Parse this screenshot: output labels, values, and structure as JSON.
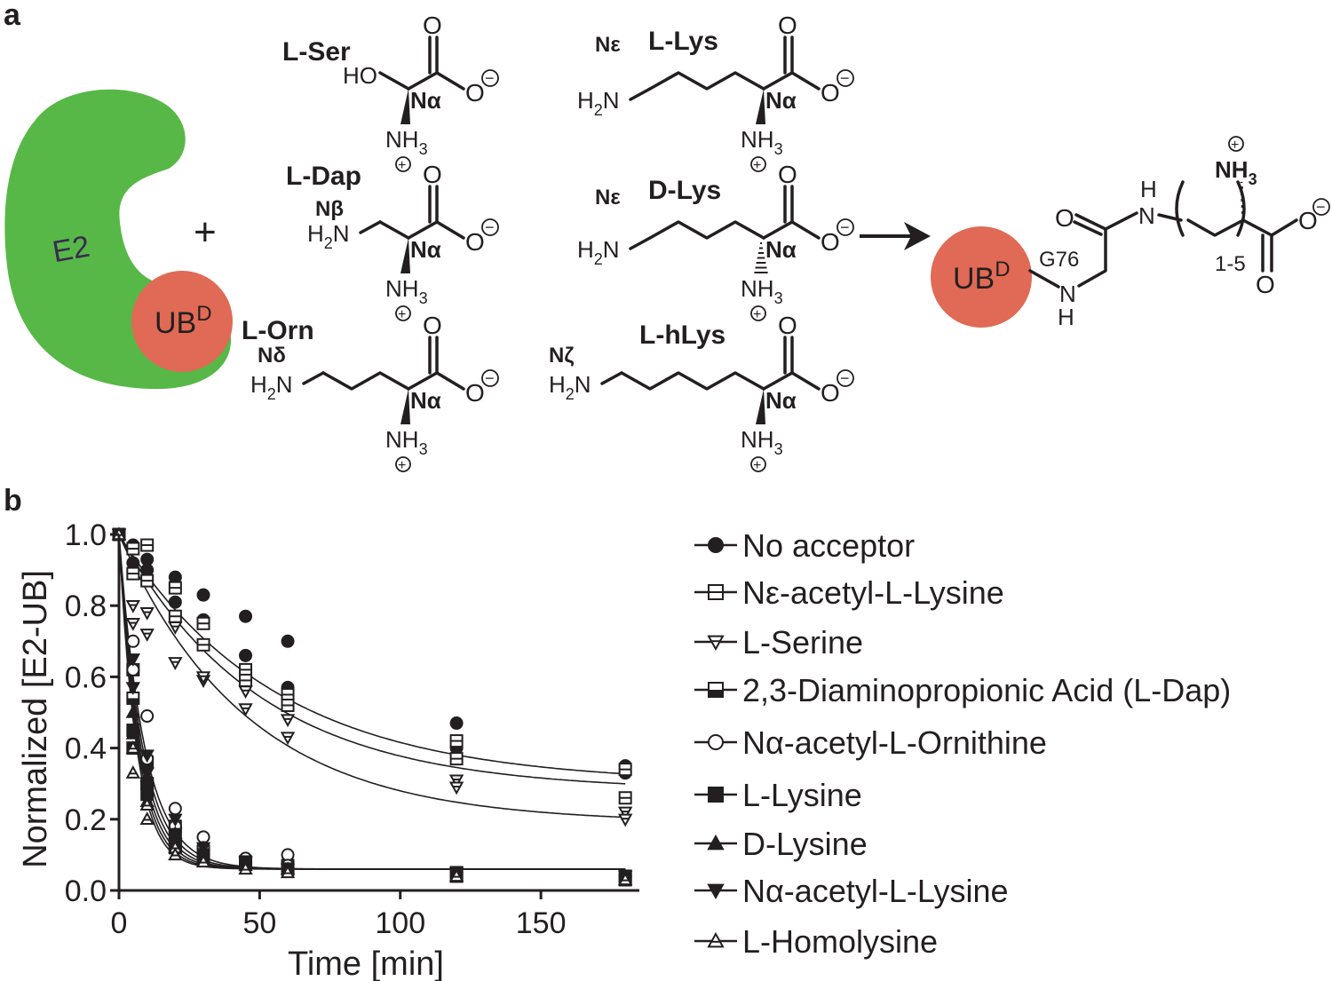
{
  "panel_a": {
    "label": "a",
    "enzyme_label": "E2",
    "ub_label": "UB",
    "ub_superscript": "D",
    "plus": "+",
    "product_ub_label": "UB",
    "product_ub_superscript": "D",
    "product_residue": "G76",
    "product_repeat": "1-5",
    "product_h_top": "H",
    "product_n_top": "N",
    "product_h_bottom": "H",
    "product_n_bottom": "N",
    "product_o": "O",
    "product_carboxylate_o": "O",
    "product_carboxylate_o2": "O",
    "product_amine": "NH",
    "product_amine_sub": "3",
    "plus_charge": "+",
    "minus_charge": "−",
    "molecules": [
      {
        "name": "L-Ser",
        "side_label": "HO",
        "amine_label": "Nα"
      },
      {
        "name": "L-Dap",
        "side_label": "Nβ",
        "amine_label": "Nα"
      },
      {
        "name": "L-Orn",
        "side_label": "Nδ",
        "amine_label": "Nα"
      },
      {
        "name": "L-Lys",
        "side_label": "Nε",
        "amine_label": "Nα"
      },
      {
        "name": "D-Lys",
        "side_label": "Nε",
        "amine_label": "Nα"
      },
      {
        "name": "L-hLys",
        "side_label": "Nζ",
        "amine_label": "Nα"
      }
    ],
    "h2n": "H",
    "h2n_sub": "2",
    "h2n_n": "N",
    "carbonyl_o": "O",
    "carboxylate_o": "O",
    "nh3": "NH",
    "nh3_sub": "3"
  },
  "panel_b": {
    "label": "b",
    "legend": [
      {
        "label": "No acceptor",
        "marker": "circle-filled"
      },
      {
        "label": "Nε-acetyl-L-Lysine",
        "marker": "square-half"
      },
      {
        "label": "L-Serine",
        "marker": "triangle-down-half"
      },
      {
        "label": "2,3-Diaminopropionic Acid (L-Dap)",
        "marker": "square-half-bottom"
      },
      {
        "label": "Nα-acetyl-L-Ornithine",
        "marker": "circle-open"
      },
      {
        "label": "L-Lysine",
        "marker": "square-filled"
      },
      {
        "label": "D-Lysine",
        "marker": "triangle-up-filled"
      },
      {
        "label": "Nα-acetyl-L-Lysine",
        "marker": "triangle-down-filled"
      },
      {
        "label": "L-Homolysine",
        "marker": "triangle-up-half"
      }
    ]
  },
  "chart_data": {
    "type": "scatter",
    "xlabel": "Time [min]",
    "ylabel": "Normalized [E2-UB]",
    "xlim": [
      0,
      185
    ],
    "ylim": [
      0,
      1.0
    ],
    "xticks": [
      "0",
      "50",
      "100",
      "150"
    ],
    "yticks": [
      "0.0",
      "0.2",
      "0.4",
      "0.6",
      "0.8",
      "1.0"
    ],
    "xtick_values": [
      0,
      50,
      100,
      150
    ],
    "ytick_values": [
      0,
      0.2,
      0.4,
      0.6,
      0.8,
      1.0
    ],
    "x": [
      0,
      5,
      10,
      20,
      30,
      45,
      60,
      120,
      180
    ],
    "series": [
      {
        "name": "No acceptor",
        "marker": "circle-filled",
        "fit": [
          0.3,
          0.7,
          0.018
        ],
        "points": [
          [
            0,
            1.0
          ],
          [
            5,
            0.97
          ],
          [
            5,
            0.92
          ],
          [
            10,
            0.93
          ],
          [
            10,
            0.9
          ],
          [
            20,
            0.88
          ],
          [
            20,
            0.81
          ],
          [
            30,
            0.83
          ],
          [
            30,
            0.76
          ],
          [
            45,
            0.77
          ],
          [
            45,
            0.66
          ],
          [
            60,
            0.7
          ],
          [
            60,
            0.57
          ],
          [
            120,
            0.47
          ],
          [
            120,
            0.4
          ],
          [
            180,
            0.35
          ],
          [
            180,
            0.33
          ]
        ]
      },
      {
        "name": "Nε-acetyl-L-Lysine",
        "marker": "square-half",
        "fit": [
          0.28,
          0.72,
          0.02
        ],
        "points": [
          [
            0,
            1.0
          ],
          [
            5,
            0.96
          ],
          [
            5,
            0.89
          ],
          [
            10,
            0.97
          ],
          [
            10,
            0.87
          ],
          [
            20,
            0.85
          ],
          [
            20,
            0.77
          ],
          [
            30,
            0.75
          ],
          [
            30,
            0.69
          ],
          [
            45,
            0.62
          ],
          [
            45,
            0.59
          ],
          [
            60,
            0.55
          ],
          [
            60,
            0.52
          ],
          [
            120,
            0.42
          ],
          [
            120,
            0.37
          ],
          [
            180,
            0.34
          ],
          [
            180,
            0.26
          ]
        ]
      },
      {
        "name": "L-Serine",
        "marker": "triangle-down-half",
        "fit": [
          0.19,
          0.81,
          0.022
        ],
        "points": [
          [
            0,
            1.0
          ],
          [
            5,
            0.8
          ],
          [
            5,
            0.75
          ],
          [
            10,
            0.78
          ],
          [
            10,
            0.72
          ],
          [
            20,
            0.74
          ],
          [
            20,
            0.64
          ],
          [
            30,
            0.59
          ],
          [
            30,
            0.6
          ],
          [
            45,
            0.56
          ],
          [
            45,
            0.51
          ],
          [
            60,
            0.48
          ],
          [
            60,
            0.43
          ],
          [
            120,
            0.31
          ],
          [
            120,
            0.29
          ],
          [
            180,
            0.22
          ],
          [
            180,
            0.2
          ]
        ]
      },
      {
        "name": "2,3-Diaminopropionic Acid (L-Dap)",
        "marker": "square-half-bottom",
        "fit": [
          0.06,
          0.94,
          0.13
        ],
        "points": [
          [
            0,
            1.0
          ],
          [
            5,
            0.62
          ],
          [
            5,
            0.54
          ],
          [
            10,
            0.36
          ],
          [
            10,
            0.3
          ],
          [
            20,
            0.18
          ],
          [
            20,
            0.13
          ],
          [
            30,
            0.11
          ],
          [
            45,
            0.08
          ],
          [
            60,
            0.07
          ],
          [
            120,
            0.05
          ],
          [
            180,
            0.04
          ]
        ]
      },
      {
        "name": "Nα-acetyl-L-Ornithine",
        "marker": "circle-open",
        "fit": [
          0.06,
          0.94,
          0.11
        ],
        "points": [
          [
            0,
            1.0
          ],
          [
            5,
            0.7
          ],
          [
            5,
            0.62
          ],
          [
            10,
            0.49
          ],
          [
            10,
            0.37
          ],
          [
            20,
            0.23
          ],
          [
            20,
            0.18
          ],
          [
            30,
            0.15
          ],
          [
            30,
            0.12
          ],
          [
            45,
            0.09
          ],
          [
            60,
            0.1
          ],
          [
            60,
            0.07
          ],
          [
            120,
            0.05
          ],
          [
            180,
            0.04
          ]
        ]
      },
      {
        "name": "L-Lysine",
        "marker": "square-filled",
        "fit": [
          0.06,
          0.94,
          0.15
        ],
        "points": [
          [
            0,
            1.0
          ],
          [
            5,
            0.45
          ],
          [
            5,
            0.4
          ],
          [
            10,
            0.3
          ],
          [
            10,
            0.27
          ],
          [
            20,
            0.15
          ],
          [
            20,
            0.12
          ],
          [
            30,
            0.1
          ],
          [
            45,
            0.08
          ],
          [
            60,
            0.06
          ],
          [
            120,
            0.04
          ],
          [
            180,
            0.03
          ]
        ]
      },
      {
        "name": "D-Lysine",
        "marker": "triangle-up-filled",
        "fit": [
          0.06,
          0.94,
          0.14
        ],
        "points": [
          [
            0,
            1.0
          ],
          [
            5,
            0.5
          ],
          [
            5,
            0.44
          ],
          [
            10,
            0.32
          ],
          [
            10,
            0.25
          ],
          [
            20,
            0.16
          ],
          [
            20,
            0.13
          ],
          [
            30,
            0.09
          ],
          [
            45,
            0.07
          ],
          [
            60,
            0.06
          ],
          [
            120,
            0.04
          ],
          [
            180,
            0.03
          ]
        ]
      },
      {
        "name": "Nα-acetyl-L-Lysine",
        "marker": "triangle-down-filled",
        "fit": [
          0.06,
          0.94,
          0.12
        ],
        "points": [
          [
            0,
            1.0
          ],
          [
            5,
            0.65
          ],
          [
            5,
            0.57
          ],
          [
            10,
            0.38
          ],
          [
            10,
            0.33
          ],
          [
            20,
            0.2
          ],
          [
            20,
            0.16
          ],
          [
            30,
            0.12
          ],
          [
            45,
            0.08
          ],
          [
            60,
            0.06
          ],
          [
            120,
            0.05
          ],
          [
            180,
            0.04
          ]
        ]
      },
      {
        "name": "L-Homolysine",
        "marker": "triangle-up-half",
        "fit": [
          0.06,
          0.94,
          0.16
        ],
        "points": [
          [
            0,
            1.0
          ],
          [
            5,
            0.4
          ],
          [
            5,
            0.33
          ],
          [
            10,
            0.24
          ],
          [
            10,
            0.2
          ],
          [
            20,
            0.12
          ],
          [
            20,
            0.1
          ],
          [
            30,
            0.08
          ],
          [
            45,
            0.06
          ],
          [
            60,
            0.05
          ],
          [
            120,
            0.04
          ],
          [
            180,
            0.03
          ]
        ]
      }
    ]
  }
}
